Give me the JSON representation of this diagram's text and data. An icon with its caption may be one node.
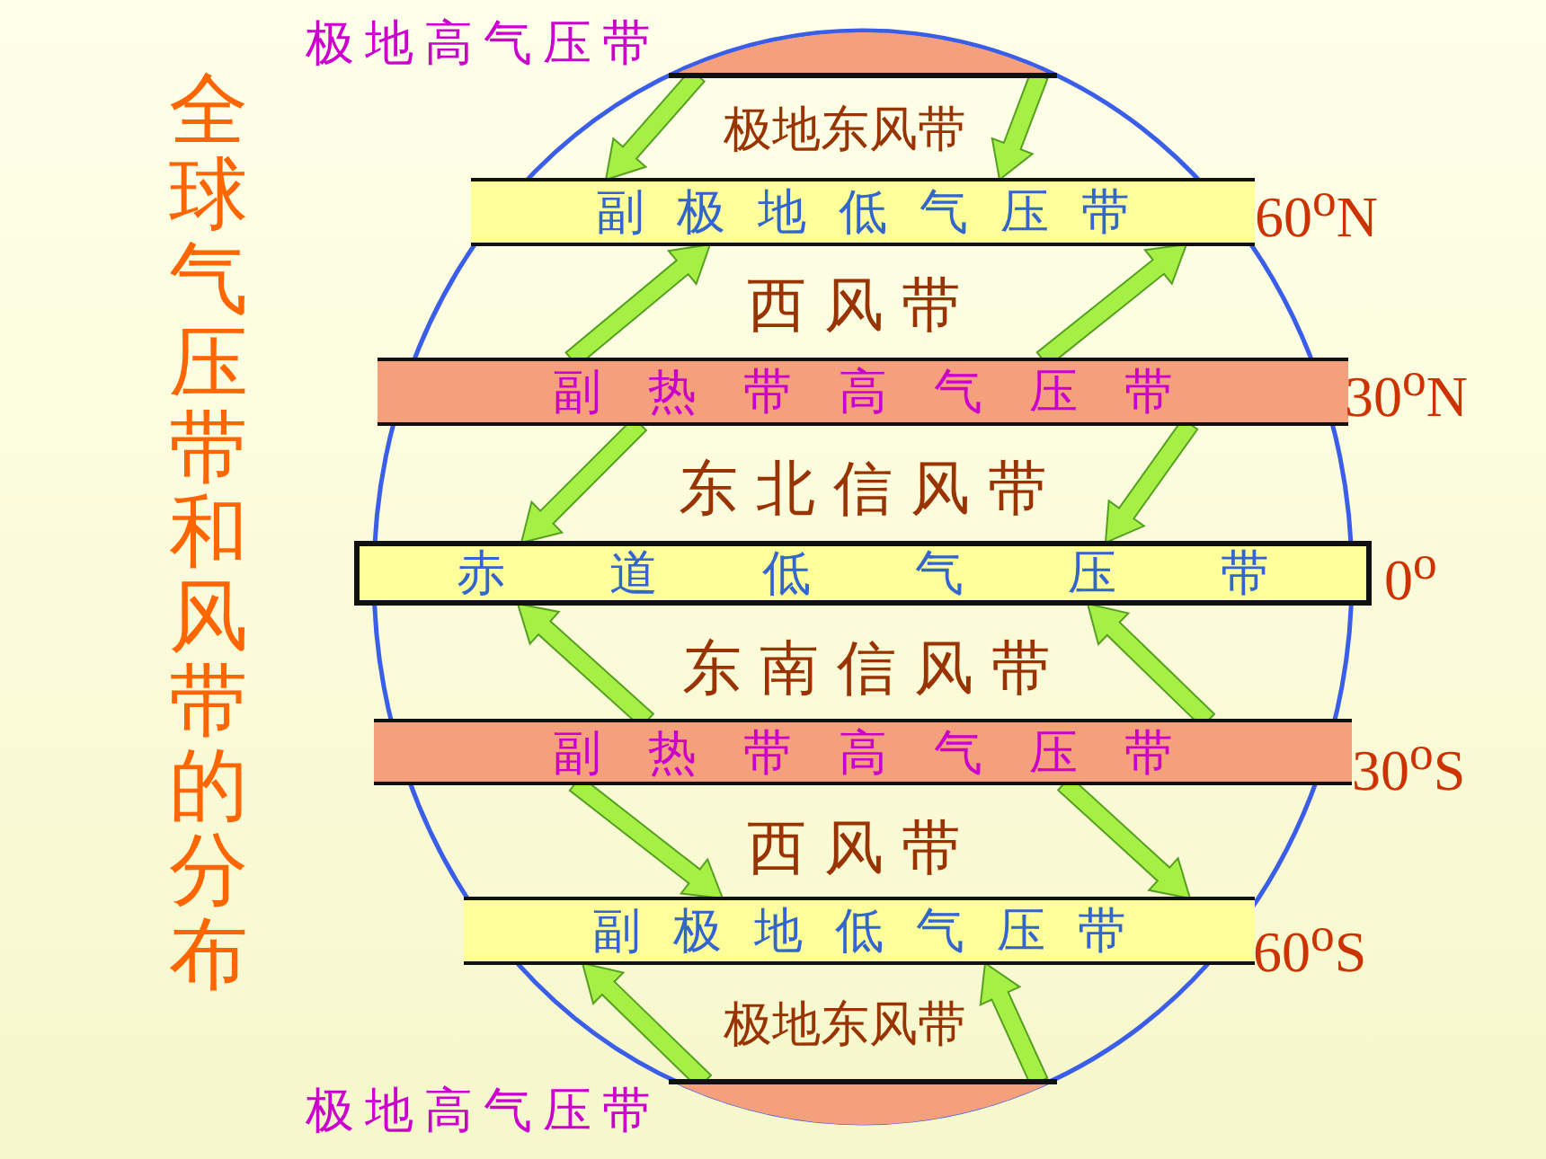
{
  "diagram": {
    "title": "全球气压带和风带的分布",
    "nodes": [
      {
        "text": [
          "极地高气压带"
        ]
      },
      {
        "text": [
          "副极地低气压带"
        ],
        "beside": [
          "60$^{o}$N"
        ]
      },
      {
        "text": [
          "副热带高气压带"
        ],
        "beside": [
          "30$^{o}$N"
        ]
      },
      {
        "text": [
          "赤道低气压带"
        ],
        "beside": [
          "0$^{o}$"
        ]
      },
      {
        "text": [
          "副热带高气压带"
        ],
        "beside": [
          "30$^{o}$S"
        ]
      },
      {
        "text": [
          "副极地低气压带"
        ],
        "beside": [
          "60$^{o}$S"
        ]
      },
      {
        "text": [
          "极地高气压带"
        ]
      }
    ],
    "edges": [
      {
        "from": 0,
        "to": 1,
        "arrow": "to"
      },
      {
        "from": 0,
        "to": 1,
        "arrow": "to"
      },
      {
        "from": 2,
        "to": 1,
        "arrow": "to"
      },
      {
        "from": 2,
        "to": 1,
        "arrow": "to"
      },
      {
        "from": 2,
        "to": 3,
        "arrow": "to"
      },
      {
        "from": 2,
        "to": 3,
        "arrow": "to"
      },
      {
        "from": 4,
        "to": 3,
        "arrow": "to"
      },
      {
        "from": 4,
        "to": 3,
        "arrow": "to"
      },
      {
        "from": 4,
        "to": 5,
        "arrow": "to"
      },
      {
        "from": 4,
        "to": 5,
        "arrow": "to"
      },
      {
        "from": 6,
        "to": 5,
        "arrow": "to"
      },
      {
        "from": 6,
        "to": 5,
        "arrow": "to"
      }
    ],
    "labels": [
      "极地东风带",
      "西风带",
      "东北信风带",
      "东南信风带",
      "西风带",
      "极地东风带"
    ]
  }
}
